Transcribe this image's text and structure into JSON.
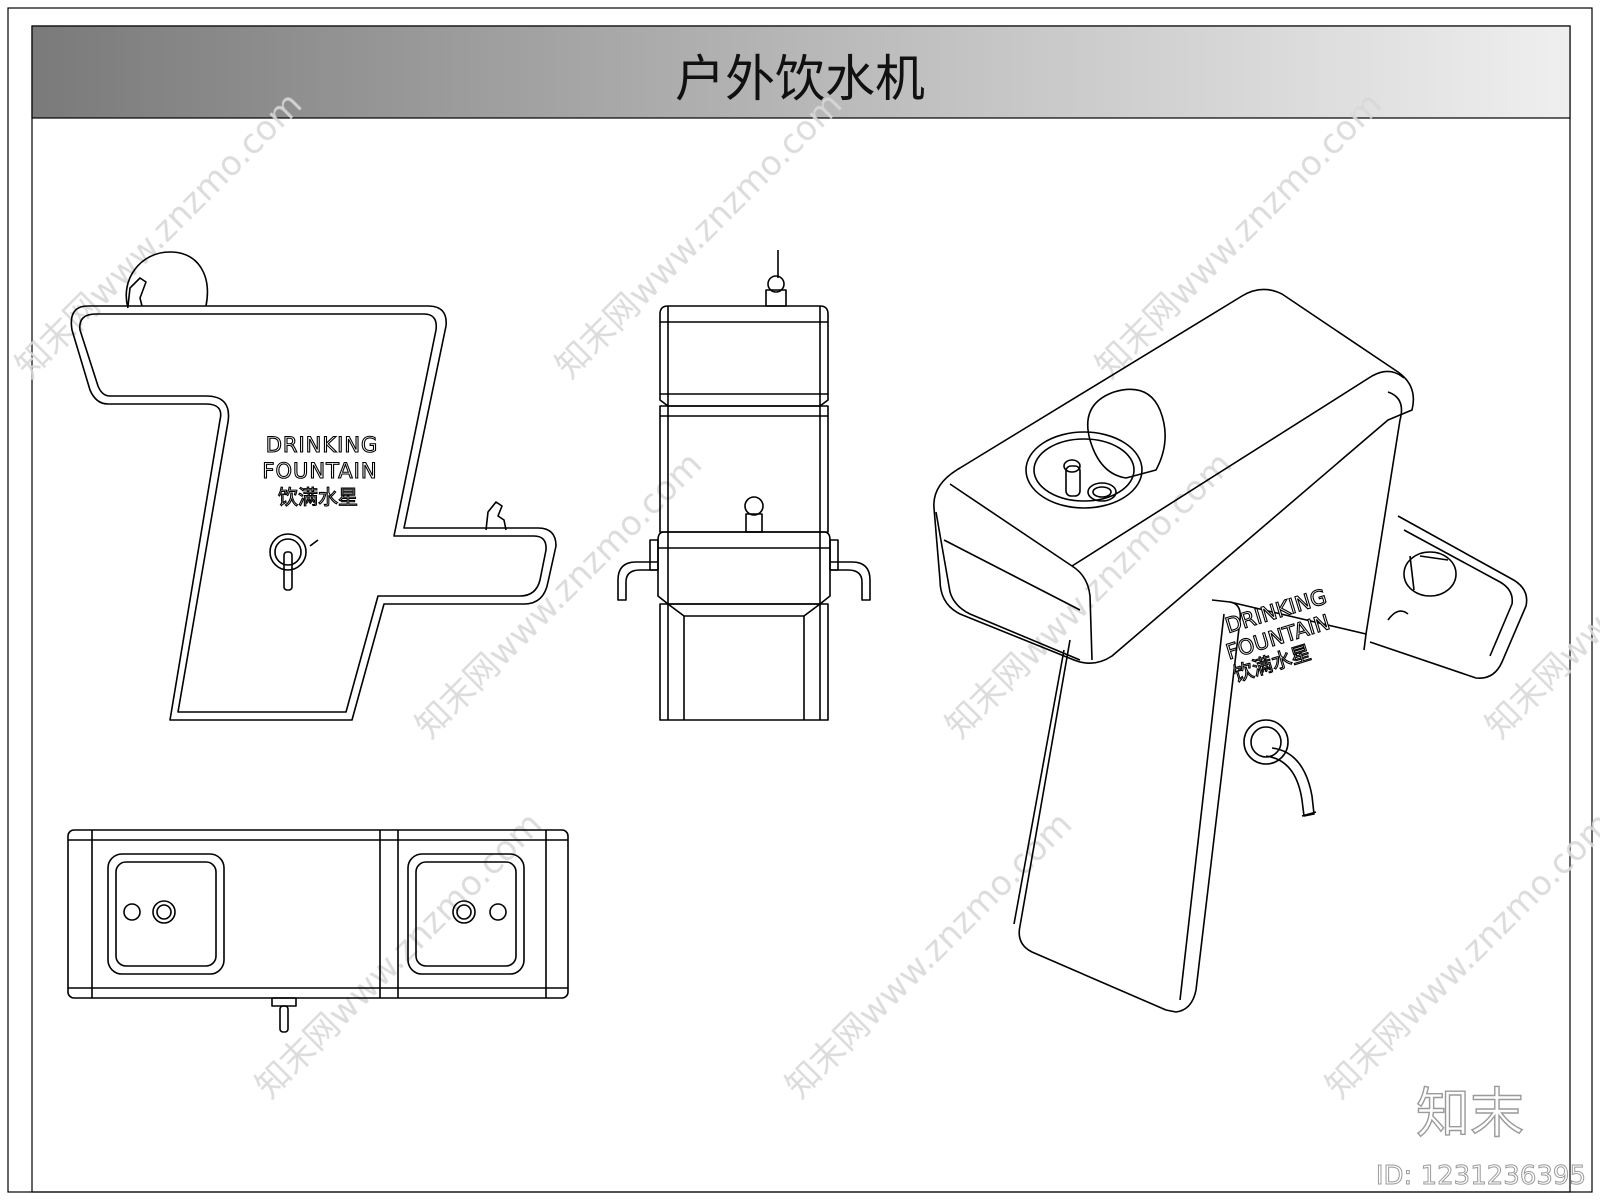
{
  "title": "户外饮水机",
  "plaque": {
    "line1": "DRINKING",
    "line2": "FOUNTAIN",
    "line3": "饮满水星"
  },
  "watermark": {
    "site": "知末网www.znzmo.com",
    "logo": "知末",
    "id": "ID: 1231236395"
  }
}
